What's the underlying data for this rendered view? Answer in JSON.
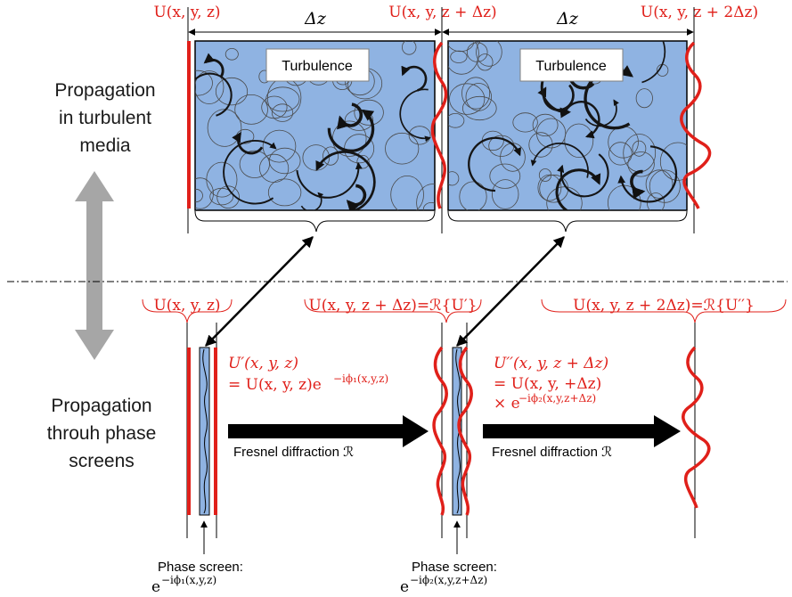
{
  "side_labels": {
    "top": [
      "Propagation",
      "in turbulent",
      "media"
    ],
    "bottom": [
      "Propagation",
      "throuh phase",
      "screens"
    ]
  },
  "top": {
    "field_labels": [
      "U(x, y, z)",
      "U(x, y, z + Δz)",
      "U(x, y, z + 2Δz)"
    ],
    "step_labels": [
      "Δz",
      "Δz"
    ],
    "box_labels": [
      "Turbulence",
      "Turbulence"
    ]
  },
  "bottom": {
    "field_labels": [
      "U(x, y, z)",
      "U(x, y, z + Δz)=ℛ{U′}",
      "U(x, y, z + 2Δz)=ℛ{U′′}"
    ],
    "screen_eq_1": [
      "U′(x, y, z)",
      "= U(x, y, z)e",
      "−iϕ₁(x,y,z)"
    ],
    "screen_eq_2": [
      "U′′(x, y, z + Δz)",
      "= U(x, y, +Δz)",
      "× e",
      "−iϕ₂(x,y,z+Δz)"
    ],
    "diffraction_labels": [
      "Fresnel diffraction ℛ",
      "Fresnel diffraction ℛ"
    ],
    "phase_screen_title": "Phase screen:",
    "phase_screen_exps": [
      "−iϕ₁(x,y,z)",
      "−iϕ₂(x,y,z+Δz)"
    ],
    "phase_screen_base": "e"
  },
  "colors": {
    "field": "#e0201a",
    "medium_fill": "#8fb3e2",
    "medium_stroke": "#4a4a4a",
    "double_arrow": "#a6a6a6",
    "line": "#000000"
  }
}
